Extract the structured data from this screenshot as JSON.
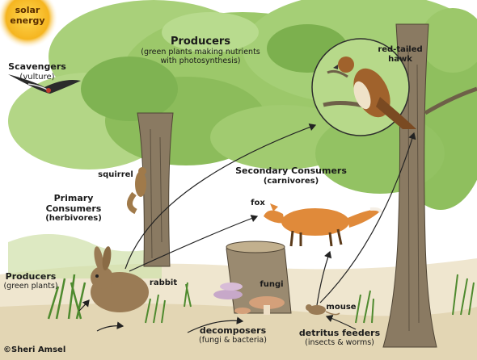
{
  "sun": {
    "line1": "solar",
    "line2": "energy"
  },
  "producers_top": {
    "title": "Producers",
    "line1": "(green plants making nutrients",
    "line2": "with photosynthesis)"
  },
  "scavengers": {
    "title": "Scavengers",
    "sub": "(vulture)"
  },
  "hawk": {
    "line1": "red-tailed",
    "line2": "hawk"
  },
  "squirrel": "squirrel",
  "secondary": {
    "title": "Secondary Consumers",
    "sub": "(carnivores)"
  },
  "fox": "fox",
  "primary": {
    "line1": "Primary",
    "line2": "Consumers",
    "line3": "(herbivores)"
  },
  "producers_bottom": {
    "title": "Producers",
    "sub": "(green plants)"
  },
  "rabbit": "rabbit",
  "fungi": "fungi",
  "mouse": "mouse",
  "decomposers": {
    "title": "decomposers",
    "sub": "(fungi & bacteria)"
  },
  "detritus": {
    "title": "detritus feeders",
    "sub": "(insects & worms)"
  },
  "copyright": "©Sheri Amsel",
  "colors": {
    "sun": "#f7c23a",
    "foliage_light": "#9cc86a",
    "foliage_dark": "#5f9a3c",
    "bark": "#8a7a62",
    "fox": "#e08a3a",
    "rabbit": "#9a7b55",
    "hawk": "#a0622c"
  }
}
